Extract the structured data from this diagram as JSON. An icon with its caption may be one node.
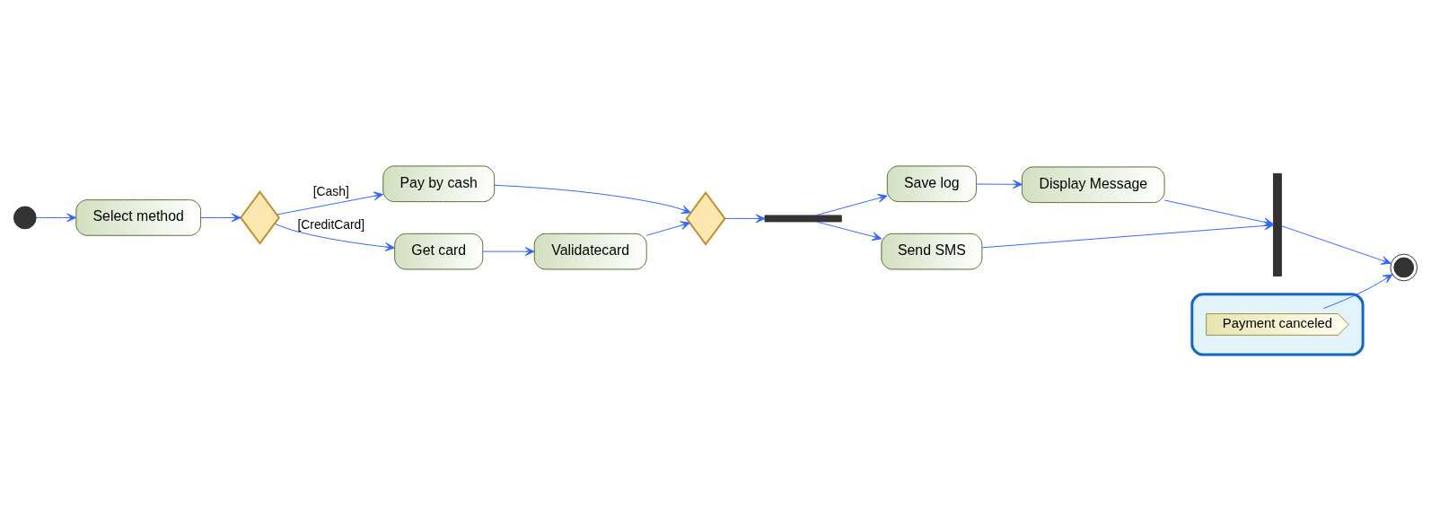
{
  "diagram": {
    "nodes": [
      {
        "text": [],
        "shape": "circle"
      },
      {
        "text": [
          "Select method"
        ]
      },
      {
        "text": [],
        "shape": "diamond"
      },
      {
        "text": [
          "Pay by cash"
        ]
      },
      {
        "text": [
          "Get card"
        ]
      },
      {
        "text": [
          "Validatecard"
        ]
      },
      {
        "text": [],
        "shape": "diamond"
      },
      {
        "text": [],
        "shape": "bar"
      },
      {
        "text": [
          "Save log"
        ]
      },
      {
        "text": [
          "Display Message"
        ]
      },
      {
        "text": [
          "Send SMS"
        ]
      },
      {
        "text": [],
        "shape": "bar"
      },
      {
        "text": [],
        "shape": "circle"
      },
      {
        "text": [],
        "shape": "box"
      },
      {
        "text": [
          "Payment canceled"
        ],
        "in": 13
      }
    ],
    "edges": [
      {
        "from": 0,
        "to": 1,
        "arrow": "to"
      },
      {
        "from": 1,
        "to": 2,
        "arrow": "to"
      },
      {
        "from": 2,
        "to": 3,
        "arrow": "to",
        "label": "[Cash]"
      },
      {
        "from": 2,
        "to": 4,
        "arrow": "to",
        "label": "[CreditCard]"
      },
      {
        "from": 4,
        "to": 5,
        "arrow": "to"
      },
      {
        "from": 3,
        "to": 6,
        "arrow": "to"
      },
      {
        "from": 5,
        "to": 6,
        "arrow": "to"
      },
      {
        "from": 6,
        "to": 7,
        "arrow": "to"
      },
      {
        "from": 7,
        "to": 8,
        "arrow": "to"
      },
      {
        "from": 7,
        "to": 10,
        "arrow": "to"
      },
      {
        "from": 8,
        "to": 9,
        "arrow": "to"
      },
      {
        "from": 9,
        "to": 11,
        "arrow": "to"
      },
      {
        "from": 10,
        "to": 11,
        "arrow": "to"
      },
      {
        "from": 11,
        "to": 12,
        "arrow": "to"
      },
      {
        "from": 14,
        "to": 12,
        "arrow": "to"
      }
    ]
  }
}
